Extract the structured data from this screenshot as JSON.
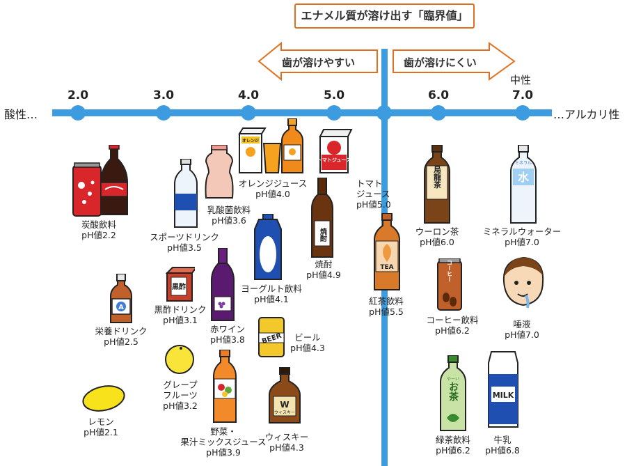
{
  "title": "エナメル質が溶け出す「臨界値」",
  "arrow_left": "歯が溶けやすい",
  "arrow_right": "歯が溶けにくい",
  "axis": {
    "left_label": "酸性…",
    "right_label": "…アルカリ性",
    "neutral_label": "中性",
    "ticks": [
      "2.0",
      "3.0",
      "4.0",
      "5.0",
      "6.0",
      "7.0"
    ],
    "tick_values": [
      2.0,
      3.0,
      4.0,
      5.0,
      6.0,
      7.0
    ],
    "critical_value": 5.5
  },
  "colors": {
    "axis": "#3d9be0",
    "arrow": "#e07020",
    "critical_line": "#3d9be0"
  },
  "items": [
    {
      "name": "炭酸飲料",
      "ph": "pH値2.2",
      "icon": "cola-bottle-and-can-icon"
    },
    {
      "name": "栄養ドリンク",
      "ph": "pH値2.5",
      "icon": "energy-drink-icon"
    },
    {
      "name": "レモン",
      "ph": "pH値2.1",
      "icon": "lemon-icon"
    },
    {
      "name": "スポーツドリンク",
      "ph": "pH値3.5",
      "icon": "sports-drink-icon"
    },
    {
      "name": "黒酢ドリンク",
      "ph": "pH値3.1",
      "icon": "black-vinegar-icon",
      "tag": "黒酢"
    },
    {
      "name": "グレープ\nフルーツ",
      "ph": "pH値3.2",
      "icon": "grapefruit-icon"
    },
    {
      "name": "乳酸菌飲料",
      "ph": "pH値3.6",
      "icon": "lactic-drink-icon"
    },
    {
      "name": "赤ワイン",
      "ph": "pH値3.8",
      "icon": "red-wine-icon"
    },
    {
      "name": "野菜・\n果汁ミックスジュース",
      "ph": "pH値3.9",
      "icon": "vegetable-juice-icon"
    },
    {
      "name": "オレンジジュース",
      "ph": "pH値4.0",
      "icon": "orange-juice-icon",
      "tag": "オレンジ"
    },
    {
      "name": "ヨーグルト飲料",
      "ph": "pH値4.1",
      "icon": "yogurt-drink-icon"
    },
    {
      "name": "ビール",
      "ph": "pH値4.3",
      "icon": "beer-can-icon",
      "tag": "BEER"
    },
    {
      "name": "ウィスキー",
      "ph": "pH値4.3",
      "icon": "whisky-icon",
      "tag": "W",
      "tag2": "ウィスキー"
    },
    {
      "name": "焼酎",
      "ph": "pH値4.9",
      "icon": "shochu-icon",
      "tag": "焼酎"
    },
    {
      "name": "トマト\nジュース",
      "ph": "pH値5.0",
      "icon": "tomato-juice-icon",
      "tag": "トマトジュース"
    },
    {
      "name": "紅茶飲料",
      "ph": "pH値5.5",
      "icon": "tea-bottle-icon",
      "tag": "TEA"
    },
    {
      "name": "ウーロン茶",
      "ph": "pH値6.0",
      "icon": "oolong-tea-icon",
      "tag": "烏龍茶"
    },
    {
      "name": "コーヒー飲料",
      "ph": "pH値6.2",
      "icon": "coffee-can-icon",
      "tag": "コーヒー"
    },
    {
      "name": "緑茶飲料",
      "ph": "pH値6.2",
      "icon": "green-tea-icon",
      "tag": "お茶",
      "tag2": "やーい"
    },
    {
      "name": "ミネラルウォーター",
      "ph": "pH値7.0",
      "icon": "mineral-water-icon",
      "tag": "水",
      "tag2": "ミネラル"
    },
    {
      "name": "唾液",
      "ph": "pH値7.0",
      "icon": "saliva-face-icon"
    },
    {
      "name": "牛乳",
      "ph": "pH値6.8",
      "icon": "milk-carton-icon",
      "tag": "MILK"
    }
  ]
}
